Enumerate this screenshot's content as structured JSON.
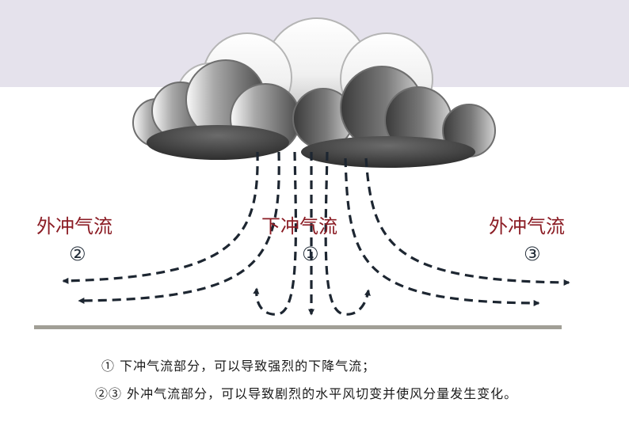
{
  "diagram": {
    "labels": {
      "left": "外冲气流",
      "center": "下冲气流",
      "right": "外冲气流"
    },
    "markers": {
      "left": "②",
      "center": "①",
      "right": "③"
    },
    "captions": [
      "①  下冲气流部分，可以导致强烈的下降气流；",
      "②③  外冲气流部分，可以导致剧烈的水平风切变并使风分量发生变化。"
    ],
    "colors": {
      "label": "#8b1c24",
      "ground": "#a19f96",
      "sky": "#e5e2ec",
      "arrow": "#1d2631"
    }
  }
}
